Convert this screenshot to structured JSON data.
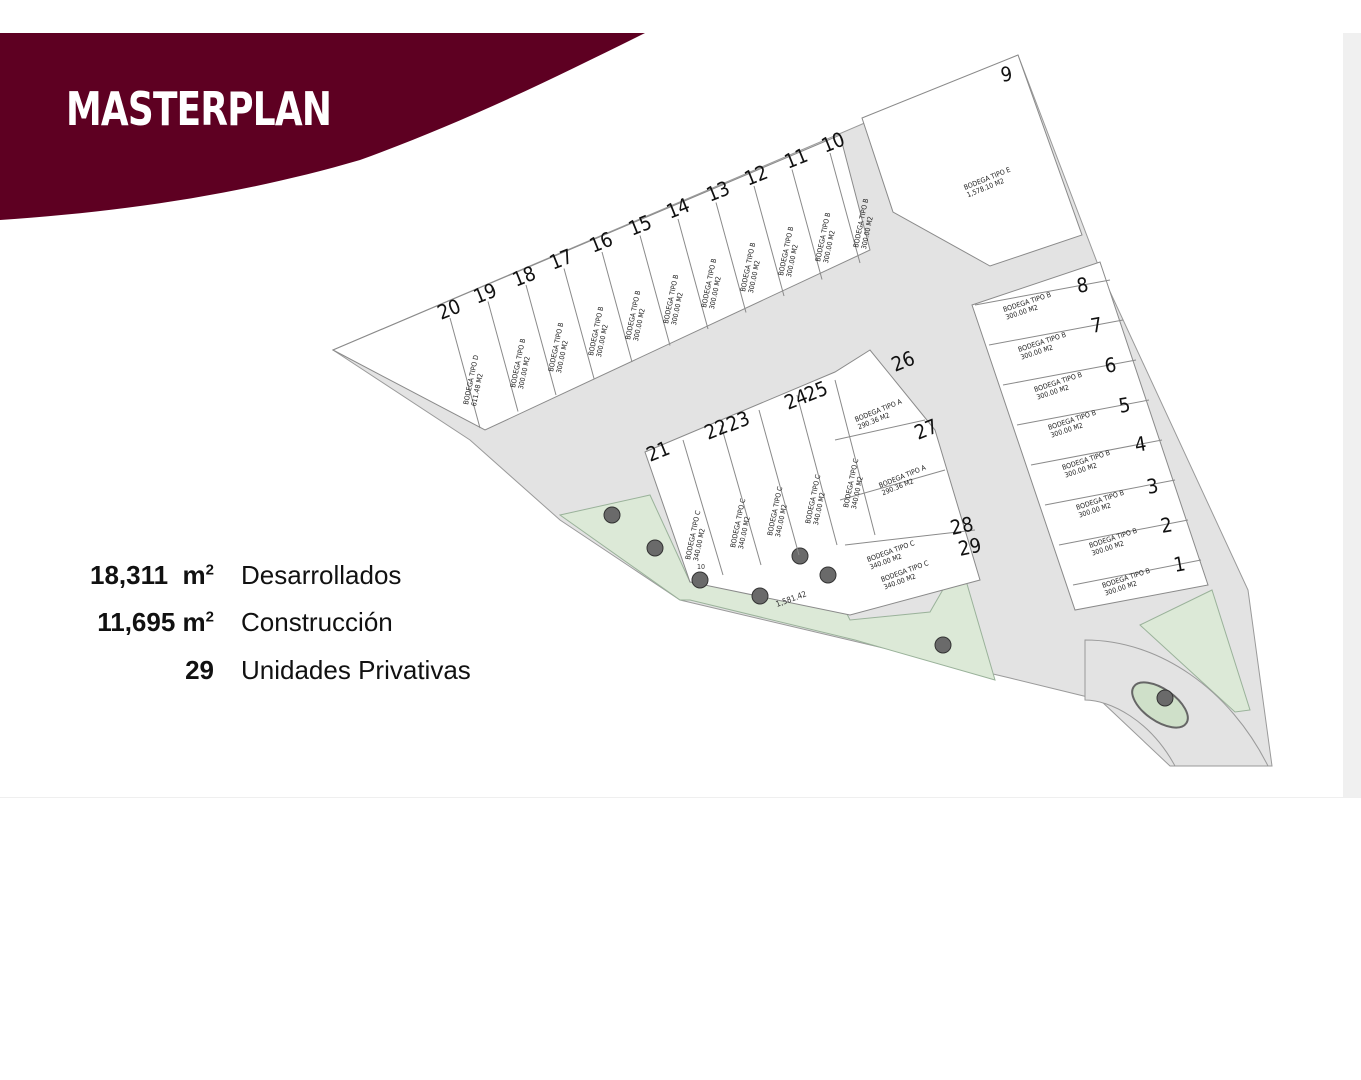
{
  "header": {
    "title": "MASTERPLAN",
    "banner_color": "#5e0022"
  },
  "stats": [
    {
      "value": "18,311",
      "unit": "m",
      "superscript": "2",
      "label": "Desarrollados"
    },
    {
      "value": "11,695",
      "unit": "m",
      "superscript": "2",
      "label": "Construcción"
    },
    {
      "value": "29",
      "unit": "",
      "superscript": "",
      "label": "Unidades Privativas"
    }
  ],
  "plan": {
    "colors": {
      "road": "#e2e2e2",
      "green": "#dfeadb",
      "lot": "#ffffff",
      "outline": "#8a8a8a"
    },
    "lots": [
      {
        "number": "1",
        "type": "BODEGA TIPO B",
        "area": "300.00 M2"
      },
      {
        "number": "2",
        "type": "BODEGA TIPO B",
        "area": "300.00 M2"
      },
      {
        "number": "3",
        "type": "BODEGA TIPO B",
        "area": "300.00 M2"
      },
      {
        "number": "4",
        "type": "BODEGA TIPO B",
        "area": "300.00 M2"
      },
      {
        "number": "5",
        "type": "BODEGA TIPO B",
        "area": "300.00 M2"
      },
      {
        "number": "6",
        "type": "BODEGA TIPO B",
        "area": "300.00 M2"
      },
      {
        "number": "7",
        "type": "BODEGA TIPO B",
        "area": "300.00 M2"
      },
      {
        "number": "8",
        "type": "BODEGA TIPO B",
        "area": "300.00 M2"
      },
      {
        "number": "9",
        "type": "BODEGA TIPO E",
        "area": "1,578.10 M2"
      },
      {
        "number": "10",
        "type": "BODEGA TIPO B",
        "area": "300.00 M2"
      },
      {
        "number": "11",
        "type": "BODEGA TIPO B",
        "area": "300.00 M2"
      },
      {
        "number": "12",
        "type": "BODEGA TIPO B",
        "area": "300.00 M2"
      },
      {
        "number": "13",
        "type": "BODEGA TIPO B",
        "area": "300.00 M2"
      },
      {
        "number": "14",
        "type": "BODEGA TIPO B",
        "area": "300.00 M2"
      },
      {
        "number": "15",
        "type": "BODEGA TIPO B",
        "area": "300.00 M2"
      },
      {
        "number": "16",
        "type": "BODEGA TIPO B",
        "area": "300.00 M2"
      },
      {
        "number": "17",
        "type": "BODEGA TIPO B",
        "area": "300.00 M2"
      },
      {
        "number": "18",
        "type": "BODEGA TIPO B",
        "area": "300.00 M2"
      },
      {
        "number": "19",
        "type": "BODEGA TIPO B",
        "area": "300.00 M2"
      },
      {
        "number": "20",
        "type": "BODEGA TIPO D",
        "area": "611.48 M2"
      },
      {
        "number": "21",
        "type": "BODEGA TIPO C",
        "area": "340.00 M2"
      },
      {
        "number": "22",
        "type": "BODEGA TIPO C",
        "area": "340.00 M2"
      },
      {
        "number": "23",
        "type": "BODEGA TIPO C",
        "area": "340.00 M2"
      },
      {
        "number": "24",
        "type": "BODEGA TIPO C",
        "area": "340.00 M2"
      },
      {
        "number": "25",
        "type": "BODEGA TIPO C",
        "area": "340.00 M2"
      },
      {
        "number": "26",
        "type": "BODEGA TIPO A",
        "area": "290.36 M2"
      },
      {
        "number": "27",
        "type": "BODEGA TIPO A",
        "area": "290.36 M2"
      },
      {
        "number": "28",
        "type": "BODEGA TIPO C",
        "area": "340.00 M2"
      },
      {
        "number": "29",
        "type": "BODEGA TIPO C",
        "area": "340.00 M2"
      }
    ],
    "misc_labels": {
      "dimension": "1,581.42",
      "bar_scale": "10"
    }
  }
}
